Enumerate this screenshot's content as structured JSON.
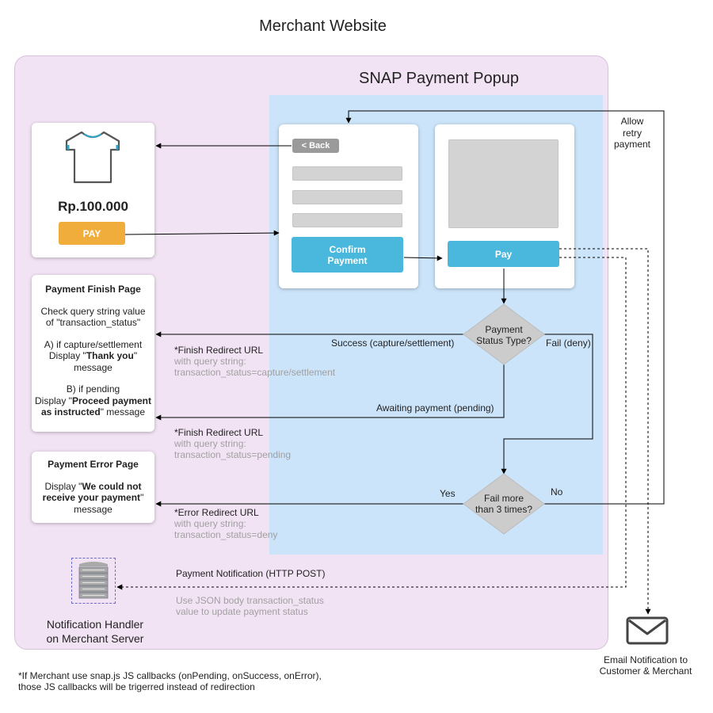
{
  "title": "Merchant Website",
  "popup_title": "SNAP Payment Popup",
  "product": {
    "price": "Rp.100.000",
    "pay_label": "PAY"
  },
  "popup": {
    "back_label": "< Back",
    "confirm_label": "Confirm Payment",
    "pay_label": "Pay"
  },
  "allow_retry": [
    "Allow",
    "retry",
    "payment"
  ],
  "decision1": {
    "label": [
      "Payment",
      "Status Type?"
    ],
    "fail_label": "Fail (deny)",
    "success_label": "Success (capture/settlement)",
    "pending_label": "Awaiting payment (pending)"
  },
  "decision2": {
    "label": [
      "Fail more",
      "than 3 times?"
    ],
    "yes_label": "Yes",
    "no_label": "No"
  },
  "finish_page": {
    "title": "Payment Finish Page",
    "line1": "Check query string value",
    "line2": "of \"transaction_status\"",
    "a_line1": "A) if capture/settlement",
    "a_pre": "Display \"",
    "a_bold": "Thank you",
    "a_post": "\"",
    "a_line3": "message",
    "b_line1": "B) if pending",
    "b_pre": "Display \"",
    "b_bold1": "Proceed payment",
    "b_bold2": "as instructed",
    "b_post": "\" message"
  },
  "error_page": {
    "title": "Payment Error Page",
    "pre": "Display \"",
    "bold1": "We could not",
    "bold2": "receive your payment",
    "post": "\"",
    "line3": "message"
  },
  "redirects": {
    "finish1": {
      "title": "*Finish Redirect URL",
      "line1": "with query string:",
      "line2": "transaction_status=capture/settlement"
    },
    "finish2": {
      "title": "*Finish Redirect URL",
      "line1": "with query string:",
      "line2": "transaction_status=pending"
    },
    "error": {
      "title": "*Error Redirect URL",
      "line1": "with query string:",
      "line2": "transaction_status=deny"
    }
  },
  "notification": {
    "label": "Payment Notification (HTTP POST)",
    "note1": "Use JSON body transaction_status",
    "note2": "value to update payment status",
    "handler1": "Notification Handler",
    "handler2": "on Merchant Server"
  },
  "email": {
    "line1": "Email Notification to",
    "line2": "Customer & Merchant"
  },
  "footnote": {
    "line1": "*If Merchant use snap.js  JS callbacks (onPending, onSuccess, onError),",
    "line2": "those JS callbacks will be trigerred instead of redirection"
  },
  "colors": {
    "pay_orange": "#f0ad3c",
    "button_blue": "#4ab8dc",
    "frame_pink": "#f2e3f4",
    "popup_blue": "#cce4f9",
    "diamond_grey": "#cccccc",
    "tshirt_accent": "#2aa6c9"
  },
  "icons": [
    "tshirt-icon",
    "server-icon",
    "envelope-icon"
  ]
}
